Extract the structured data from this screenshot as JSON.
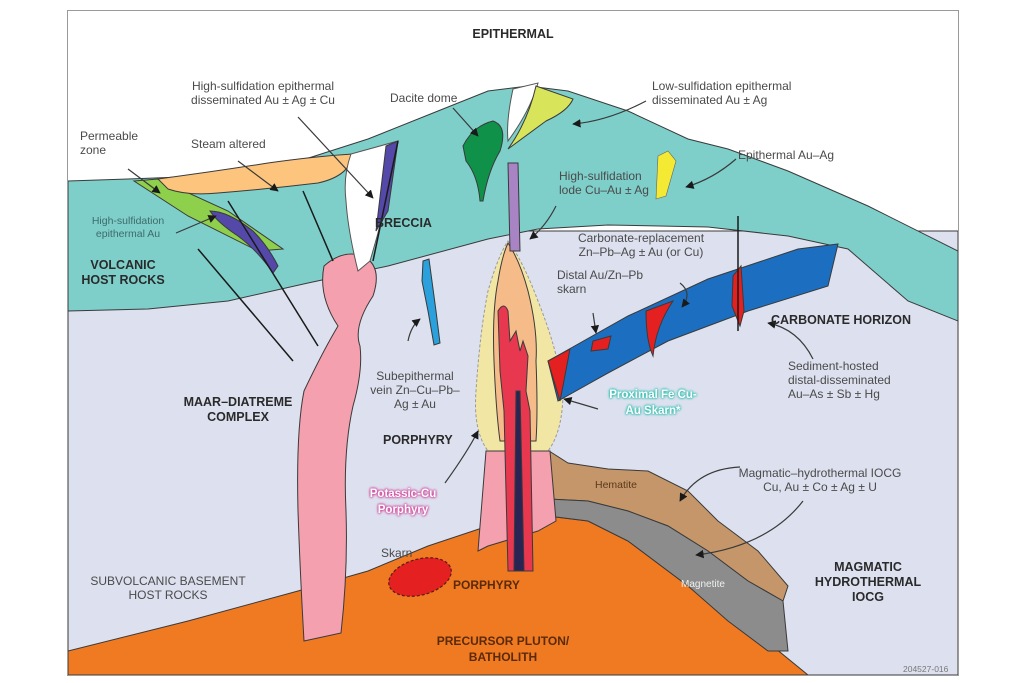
{
  "diagram": {
    "title": "EPITHERMAL",
    "figure_code": "204527-016",
    "colors": {
      "sky": "#ffffff",
      "volcanic_host": "#7ecfca",
      "basement": "#dde1ef",
      "pluton": "#f07a22",
      "maar_diatreme": "#f4a0ae",
      "porphyry_outer": "#f2e6a4",
      "porphyry_mid": "#f5bc8a",
      "porphyry_core": "#e8384f",
      "porphyry_dike": "#2a2454",
      "carbonate_horizon": "#1c6fc0",
      "skarn_red": "#e42020",
      "hematite": "#c4966a",
      "magnetite": "#8c8c8c",
      "dacite_dome": "#10914a",
      "steam_altered": "#fcc47c",
      "permeable_zone": "#8ecf4c",
      "high_sulf_vein": "#5448a8",
      "low_sulf_zone": "#d8e45a",
      "epithermal_vein": "#f4ea34",
      "lode_purple": "#a884c4",
      "subepithermal_vein": "#2aa0dc",
      "breccia": "#ffffff",
      "outline": "#3a3a3a"
    },
    "zones": {
      "volcanic_host": "VOLCANIC HOST ROCKS",
      "maar_diatreme": "MAAR–DIATREME COMPLEX",
      "subvolcanic_basement": "SUBVOLCANIC BASEMENT HOST ROCKS",
      "precursor_pluton": "PRECURSOR PLUTON/ BATHOLITH",
      "carbonate_horizon": "CARBONATE HORIZON",
      "magmatic_iocg": "MAGMATIC HYDROTHERMAL IOCG",
      "breccia": "BRECCIA",
      "porphyry_upper": "PORPHYRY",
      "porphyry_lower": "PORPHYRY"
    },
    "labels": {
      "permeable_zone": "Permeable zone",
      "steam_altered": "Steam altered",
      "hs_disseminated": "High-sulfidation epithermal disseminated Au ± Ag ± Cu",
      "dacite_dome": "Dacite dome",
      "ls_disseminated": "Low-sulfidation epithermal disseminated Au ± Ag",
      "epithermal_au_ag": "Epithermal Au–Ag",
      "hs_lode": "High-sulfidation lode Cu–Au ± Ag",
      "hs_epithermal_au": "High-sulfidation epithermal Au",
      "carbonate_replacement": "Carbonate-replacement Zn–Pb–Ag ± Au (or Cu)",
      "distal_skarn": "Distal Au/Zn–Pb skarn",
      "sediment_hosted": "Sediment-hosted distal-disseminated Au–As ± Sb ± Hg",
      "subepithermal_vein": "Subepithermal vein Zn–Cu–Pb– Ag ± Au",
      "proximal_skarn": "Proximal Fe Cu- Au Skarn*",
      "potassic_cu": "Potassic-Cu Porphyry",
      "iocg_deposit": "Magmatic–hydrothermal IOCG Cu, Au ± Co ± Ag ± U",
      "hematite": "Hematite",
      "magnetite": "Magnetite",
      "skarn": "Skarn"
    },
    "text_lines": {
      "volcanic_host": [
        "VOLCANIC",
        "HOST ROCKS"
      ],
      "maar_diatreme": [
        "MAAR–DIATREME",
        "COMPLEX"
      ],
      "subvolcanic_basement": [
        "SUBVOLCANIC BASEMENT",
        "HOST ROCKS"
      ],
      "precursor_pluton": [
        "PRECURSOR PLUTON/",
        "BATHOLITH"
      ],
      "magmatic_iocg": [
        "MAGMATIC",
        "HYDROTHERMAL",
        "IOCG"
      ],
      "permeable_zone": [
        "Permeable",
        "zone"
      ],
      "hs_disseminated": [
        "High-sulfidation epithermal",
        "disseminated Au ± Ag ± Cu"
      ],
      "ls_disseminated": [
        "Low-sulfidation epithermal",
        "disseminated Au ± Ag"
      ],
      "hs_lode": [
        "High-sulfidation",
        "lode Cu–Au ± Ag"
      ],
      "hs_epithermal_au": [
        "High-sulfidation",
        "epithermal Au"
      ],
      "carbonate_replacement": [
        "Carbonate-replacement",
        "Zn–Pb–Ag ± Au (or Cu)"
      ],
      "distal_skarn": [
        "Distal Au/Zn–Pb",
        "skarn"
      ],
      "sediment_hosted": [
        "Sediment-hosted",
        "distal-disseminated",
        "Au–As ± Sb ± Hg"
      ],
      "subepithermal_vein": [
        "Subepithermal",
        "vein Zn–Cu–Pb–",
        "Ag ± Au"
      ],
      "proximal_skarn": [
        "Proximal Fe Cu-",
        "Au Skarn*"
      ],
      "potassic_cu": [
        "Potassic-Cu",
        "Porphyry"
      ],
      "iocg_deposit": [
        "Magmatic–hydrothermal IOCG",
        "Cu, Au ± Co ± Ag ± U"
      ]
    }
  }
}
